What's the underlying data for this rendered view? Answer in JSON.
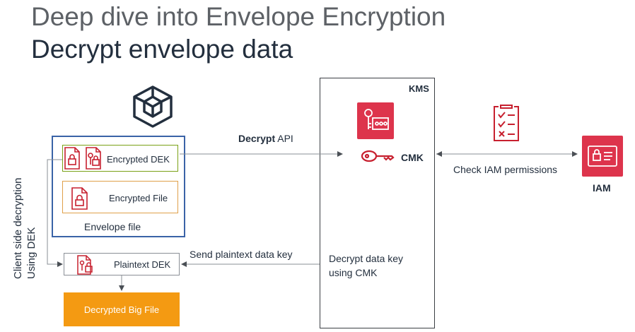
{
  "slide": {
    "title": "Deep dive into Envelope Encryption",
    "subtitle": "Decrypt envelope data"
  },
  "client": {
    "side_label_line1": "Client side decryption",
    "side_label_line2": "Using DEK"
  },
  "envelope": {
    "encrypted_dek_label": "Encrypted DEK",
    "encrypted_file_label": "Encrypted File",
    "envelope_file_label": "Envelope file"
  },
  "plaintext_dek": {
    "label": "Plaintext DEK"
  },
  "decrypted_file": {
    "label": "Decrypted Big File"
  },
  "arrows": {
    "decrypt_api_bold": "Decrypt",
    "decrypt_api_rest": " API",
    "send_plaintext": "Send plaintext data key",
    "check_iam": "Check IAM permissions"
  },
  "kms": {
    "label": "KMS",
    "cmk_label": "CMK",
    "decrypt_note_line1": "Decrypt data key",
    "decrypt_note_line2": "using CMK"
  },
  "iam": {
    "label": "IAM"
  },
  "colors": {
    "aws_red": "#dd344c",
    "envelope_blue": "#3a63a7",
    "dek_green": "#7aa116",
    "file_orange": "#e0a04a",
    "decrypted_orange": "#f49a12",
    "icon_red_outline": "#c7202f"
  },
  "icons": {
    "sdk": "cube-icon",
    "encrypted_dek": "locked-document-icon",
    "encrypted_file": "locked-file-icon",
    "plaintext_dek": "unlocked-document-icon",
    "kms": "kms-icon",
    "cmk": "key-icon",
    "checklist": "checklist-icon",
    "iam": "iam-icon"
  }
}
